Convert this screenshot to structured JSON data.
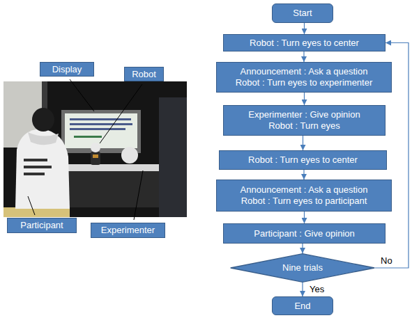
{
  "diagram": {
    "nodes": [
      {
        "text": [
          "Display"
        ]
      },
      {
        "text": [
          "Robot"
        ]
      },
      {
        "text": [
          "Participant"
        ]
      },
      {
        "text": [
          "Experimenter"
        ]
      },
      {
        "text": [
          "Start"
        ]
      },
      {
        "text": [
          "Robot : Turn eyes to center"
        ]
      },
      {
        "text": [
          "Announcement : Ask a question",
          "Robot : Turn eyes to experimenter"
        ]
      },
      {
        "text": [
          "Experimenter : Give opinion",
          "Robot : Turn eyes"
        ]
      },
      {
        "text": [
          "Robot : Turn eyes to center"
        ]
      },
      {
        "text": [
          "Announcement : Ask a question",
          "Robot : Turn eyes to participant"
        ]
      },
      {
        "text": [
          "Participant : Give opinion"
        ]
      },
      {
        "text": [
          "Nine trials"
        ]
      },
      {
        "text": [
          "End"
        ]
      }
    ],
    "edges": [
      {
        "from": 4,
        "to": 5,
        "arrow": "to"
      },
      {
        "from": 5,
        "to": 6,
        "arrow": "to"
      },
      {
        "from": 6,
        "to": 7,
        "arrow": "to"
      },
      {
        "from": 7,
        "to": 8,
        "arrow": "to"
      },
      {
        "from": 8,
        "to": 9,
        "arrow": "to"
      },
      {
        "from": 9,
        "to": 10,
        "arrow": "to"
      },
      {
        "from": 10,
        "to": 11,
        "arrow": "to"
      },
      {
        "from": 11,
        "to": 12,
        "label": "Yes",
        "arrow": "to"
      },
      {
        "from": 11,
        "to": 5,
        "label": "No",
        "arrow": "to"
      }
    ]
  }
}
